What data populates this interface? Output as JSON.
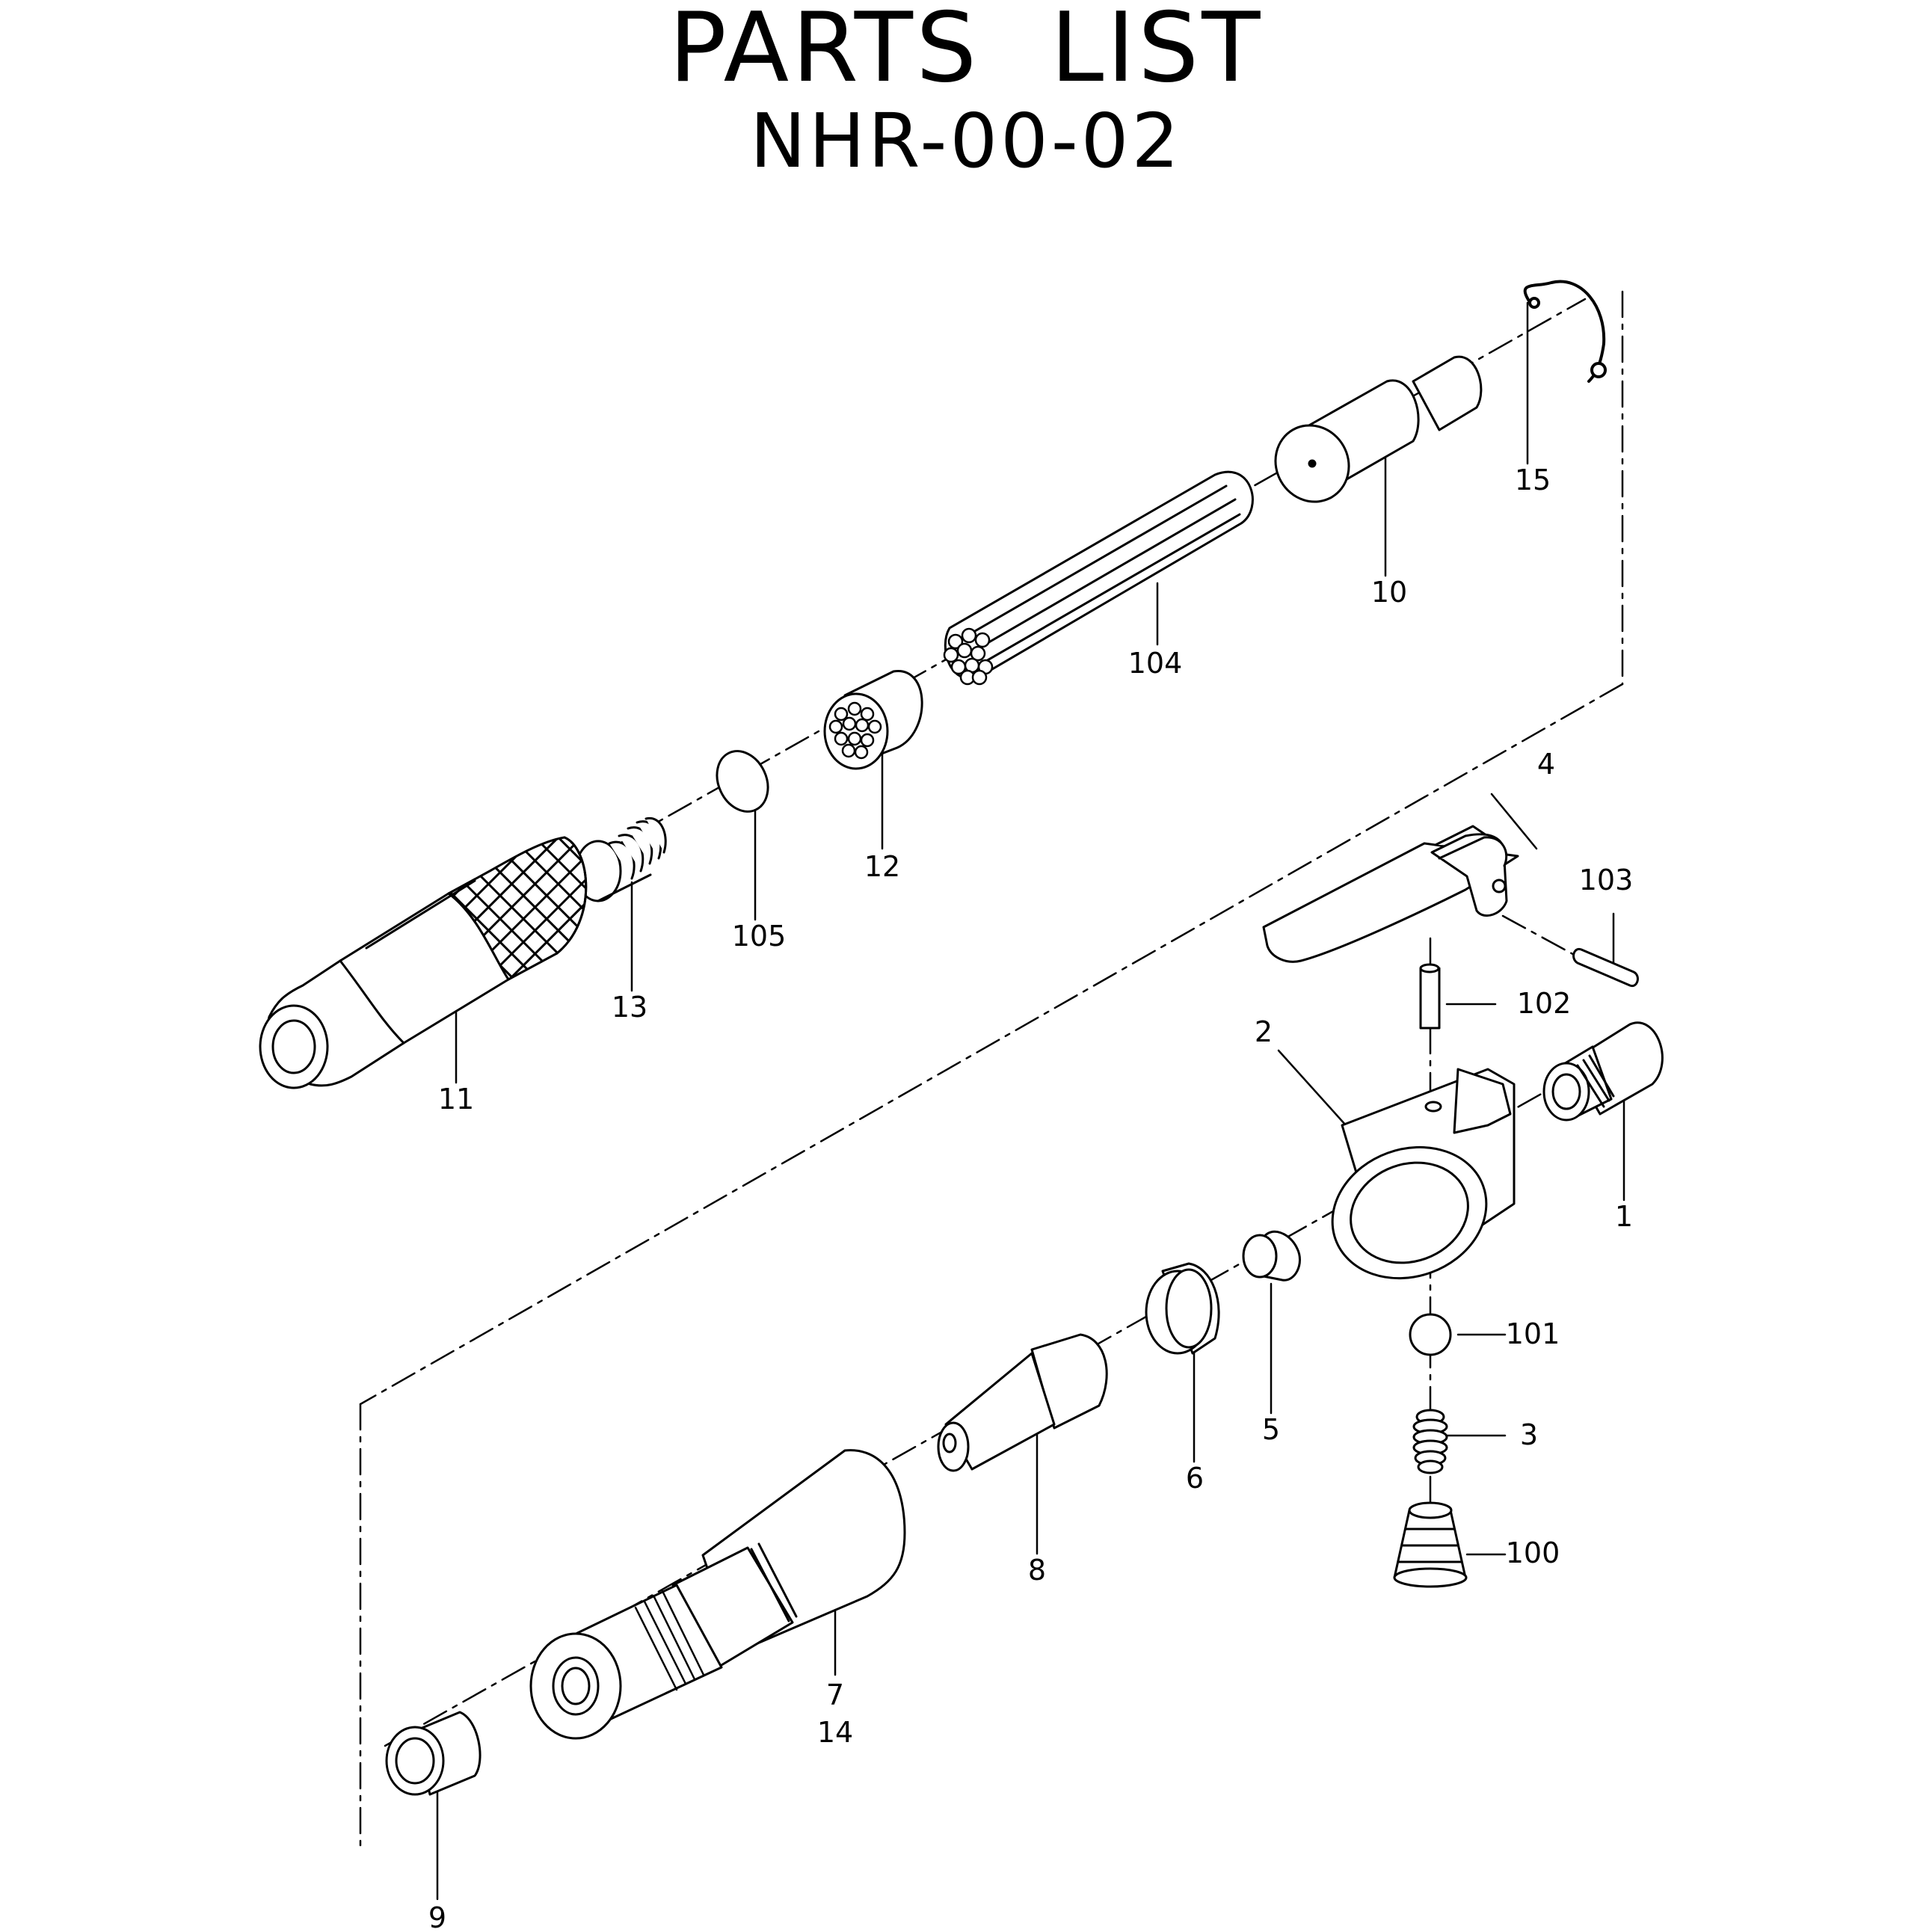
{
  "title": "PARTS LIST",
  "model": "NHR-00-02",
  "callouts": {
    "c15": "15",
    "c10": "10",
    "c104": "104",
    "c12": "12",
    "c105": "105",
    "c13": "13",
    "c11": "11",
    "c4": "4",
    "c103": "103",
    "c102": "102",
    "c2": "2",
    "c1": "1",
    "c101": "101",
    "c3": "3",
    "c100": "100",
    "c5": "5",
    "c6": "6",
    "c8": "8",
    "c7": "7",
    "c14": "14",
    "c9": "9"
  }
}
